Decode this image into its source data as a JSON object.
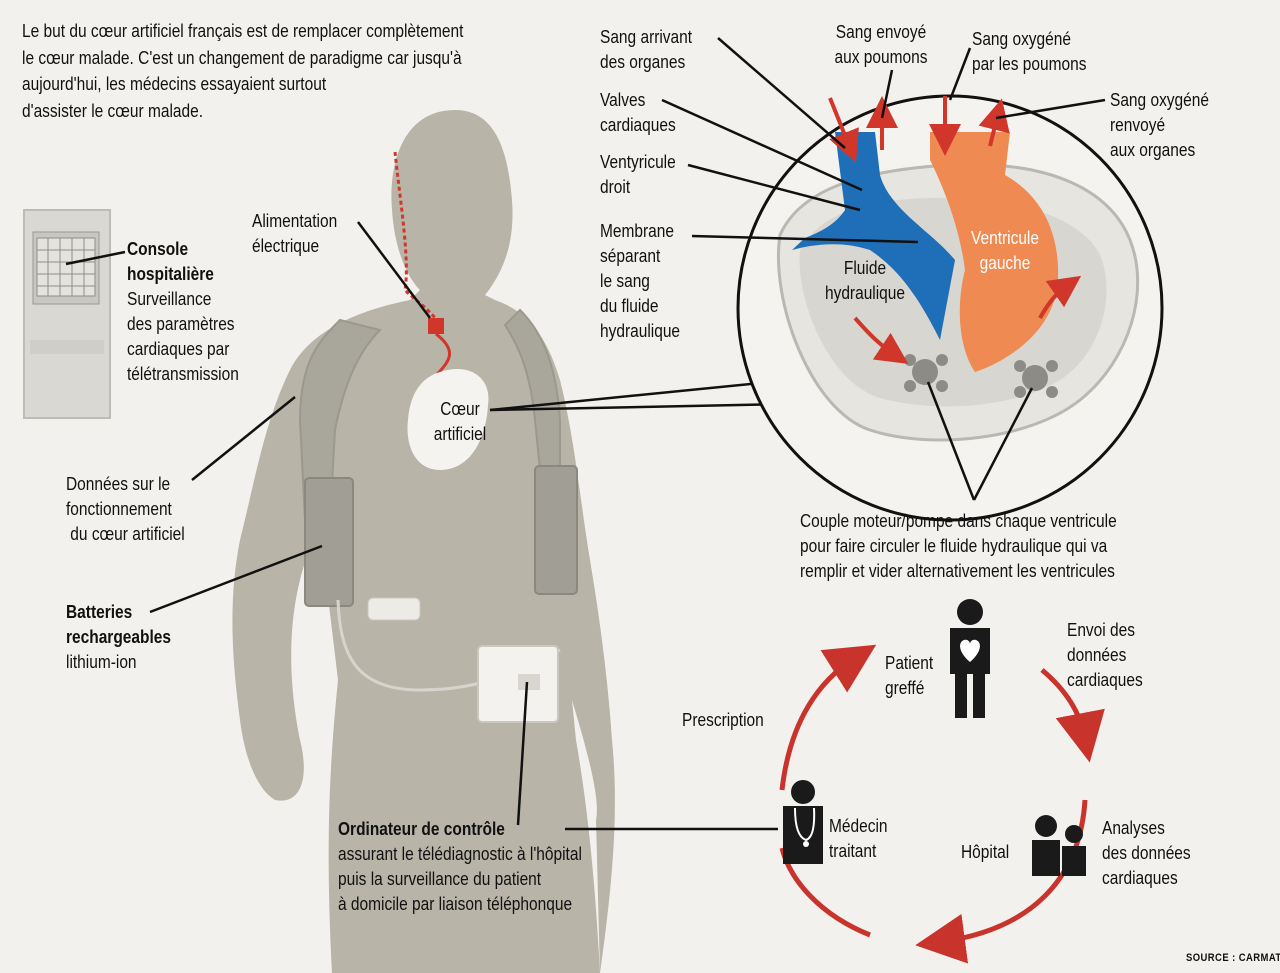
{
  "intro": [
    "Le but du cœur artificiel français est de remplacer complètement",
    "le cœur malade. C'est un changement de paradigme car jusqu'à",
    "aujourd'hui, les médecins essayaient surtout",
    "d'assister le cœur malade."
  ],
  "console": {
    "title": [
      "Console",
      "hospitalière"
    ],
    "desc": [
      "Surveillance",
      "des paramètres",
      "cardiaques par",
      "télétransmission"
    ]
  },
  "alimentation": [
    "Alimentation",
    "électrique"
  ],
  "coeur": [
    "Cœur",
    "artificiel"
  ],
  "donnees": [
    "Données sur le",
    "fonctionnement",
    " du cœur artificiel"
  ],
  "batteries": {
    "title": [
      "Batteries",
      "rechargeables"
    ],
    "desc": [
      "lithium-ion"
    ]
  },
  "ordinateur": {
    "title": "Ordinateur de contrôle",
    "desc": [
      "assurant le télédiagnostic à l'hôpital",
      "puis la surveillance du patient",
      "à domicile par liaison téléphonque"
    ]
  },
  "heart_labels": {
    "sang_arrivant": [
      "Sang arrivant",
      "des organes"
    ],
    "valves": [
      "Valves",
      "cardiaques"
    ],
    "ventricule_droit": [
      "Ventyricule",
      "droit"
    ],
    "membrane": [
      "Membrane",
      "séparant",
      "le sang",
      "du fluide",
      "hydraulique"
    ],
    "sang_envoye": [
      "Sang envoyé",
      "aux poumons"
    ],
    "sang_oxygene": [
      "Sang oxygéné",
      "par les poumons"
    ],
    "sang_renvoye": [
      "Sang oxygéné",
      "renvoyé",
      "aux organes"
    ],
    "ventricule_gauche": [
      "Ventricule",
      "gauche"
    ],
    "fluide": [
      "Fluide",
      "hydraulique"
    ]
  },
  "couple": [
    "Couple moteur/pompe dans chaque ventricule",
    "pour faire circuler le fluide hydraulique qui va",
    "remplir et vider alternativement les ventricules"
  ],
  "cycle": {
    "patient": [
      "Patient",
      "greffé"
    ],
    "envoi": [
      "Envoi des",
      "données",
      "cardiaques"
    ],
    "prescription": "Prescription",
    "medecin": [
      "Médecin",
      "traitant"
    ],
    "hopital": "Hôpital",
    "analyses": [
      "Analyses",
      "des données",
      "cardiaques"
    ]
  },
  "source": "SOURCE : CARMAT",
  "icons": [
    "screen-icon",
    "person-heart-icon",
    "doctor-icon",
    "hospital-people-icon"
  ],
  "colors": {
    "accent_red": "#d0362a",
    "blue": "#1f6fb8",
    "orange": "#ee8a52",
    "body": "#b9b5a8",
    "background": "#f2f1ed"
  }
}
